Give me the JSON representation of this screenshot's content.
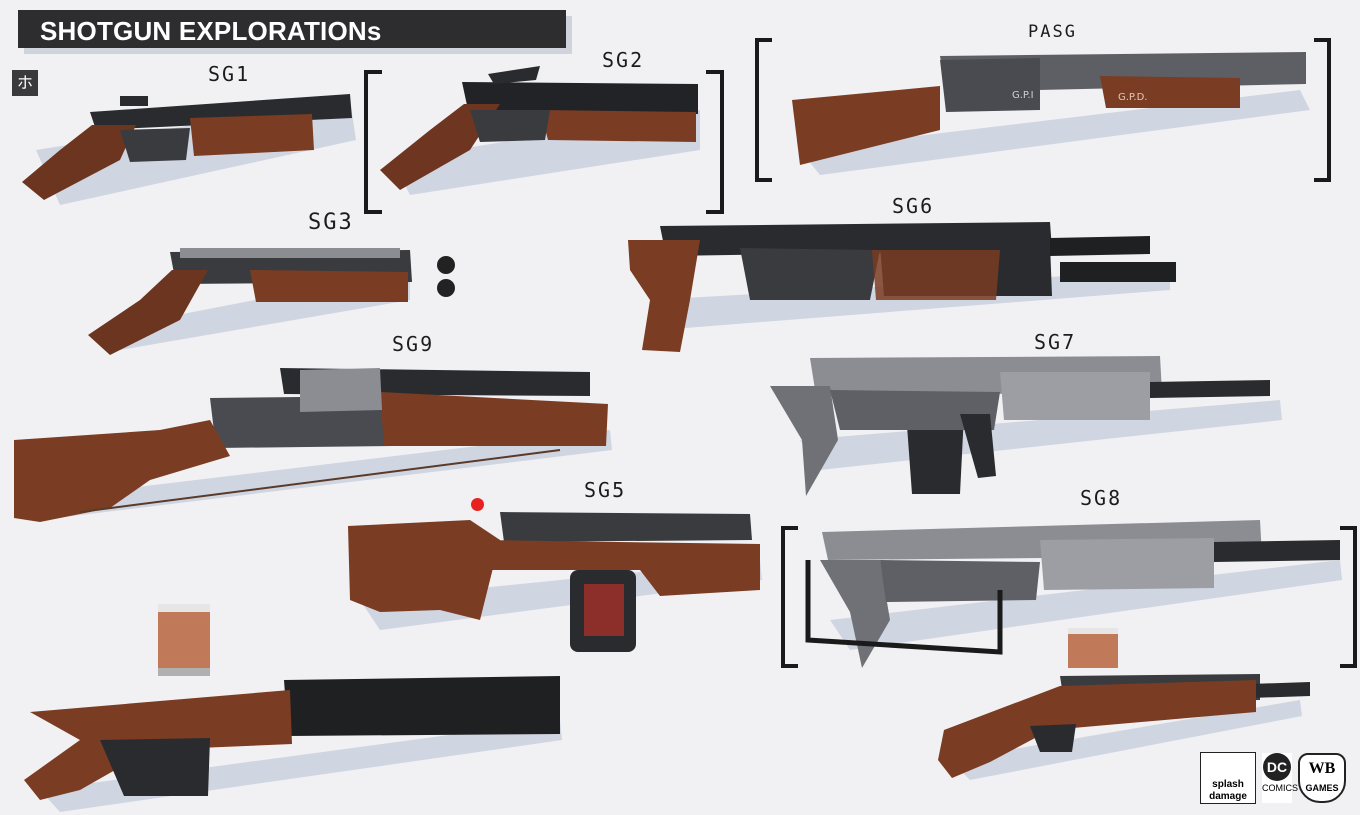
{
  "title": "SHOTGUN EXPLORATIONs",
  "corner_logo": "ホ",
  "labels": {
    "sg1": "SG1",
    "sg2": "SG2",
    "pasg": "PASG",
    "sg3": "SG3",
    "sg6": "SG6",
    "sg9": "SG9",
    "sg7": "SG7",
    "sg5": "SG5",
    "sg8": "SG8"
  },
  "gun_markings": {
    "pasg_receiver": "G.P.I",
    "pasg_stock": "G.P.D."
  },
  "logos": {
    "splash_line1": "splash",
    "splash_line2": "damage",
    "dc_line1": "DC",
    "dc_line2": "COMICS",
    "wb_main": "WB",
    "wb_sub": "GAMES"
  },
  "colors": {
    "wood": "#7a3c22",
    "metal_dark": "#2a2b2e",
    "metal_grey": "#8b8d92",
    "shadow": "#d0d5e2",
    "title_bg": "#2d2d2f"
  }
}
